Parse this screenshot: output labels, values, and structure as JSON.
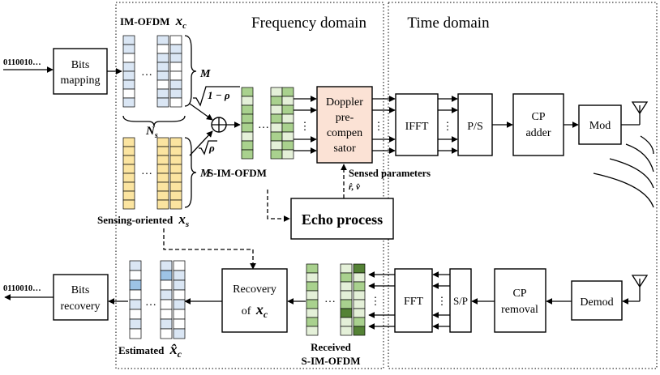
{
  "regions": {
    "frequency_label": "Frequency domain",
    "time_label": "Time domain"
  },
  "inputs": {
    "tx_bits": "0110010…",
    "rx_bits": "0110010…"
  },
  "blocks": {
    "bits_mapping": [
      "Bits",
      "mapping"
    ],
    "doppler": [
      "Doppler",
      "pre-",
      "compen",
      "sator"
    ],
    "ifft": "IFFT",
    "ps": "P/S",
    "cp_adder": [
      "CP",
      "adder"
    ],
    "mod": "Mod",
    "echo": "Echo process",
    "demod": "Demod",
    "cp_removal": [
      "CP",
      "removal"
    ],
    "sp": "S/P",
    "fft": "FFT",
    "recovery_of": [
      "Recovery",
      "of"
    ],
    "bits_recovery": [
      "Bits",
      "recovery"
    ]
  },
  "labels": {
    "im_ofdm": "IM-OFDM",
    "xc": "x",
    "xc_sub": "c",
    "M_top": "M",
    "M_bottom": "M",
    "Ns": "N",
    "Ns_sub": "s",
    "sqrt_one_minus_rho": "1 − ρ",
    "sqrt_rho": "ρ",
    "s_im_ofdm": "S-IM-OFDM",
    "sensed_parameters": "Sensed parameters",
    "sensed_values": "r̂, v̂",
    "sensing_oriented": "Sensing-oriented",
    "xs": "x",
    "xs_sub": "s",
    "estimated": "Estimated",
    "xc_hat": "x̂",
    "xc_hat_sub": "c",
    "received": "Received",
    "received_s_im_ofdm": "S-IM-OFDM",
    "recovery_xc": "x",
    "recovery_xc_sub": "c"
  },
  "colors": {
    "im_ofdm_blue": "#dae6f4",
    "sensing_yellow": "#fbe4a0",
    "green_light": "#e4f0d8",
    "green_mid": "#a9d18e",
    "green_dark": "#548235",
    "est_blue_highlight": "#9dc3e6",
    "doppler_fill": "#fbe2d5"
  }
}
